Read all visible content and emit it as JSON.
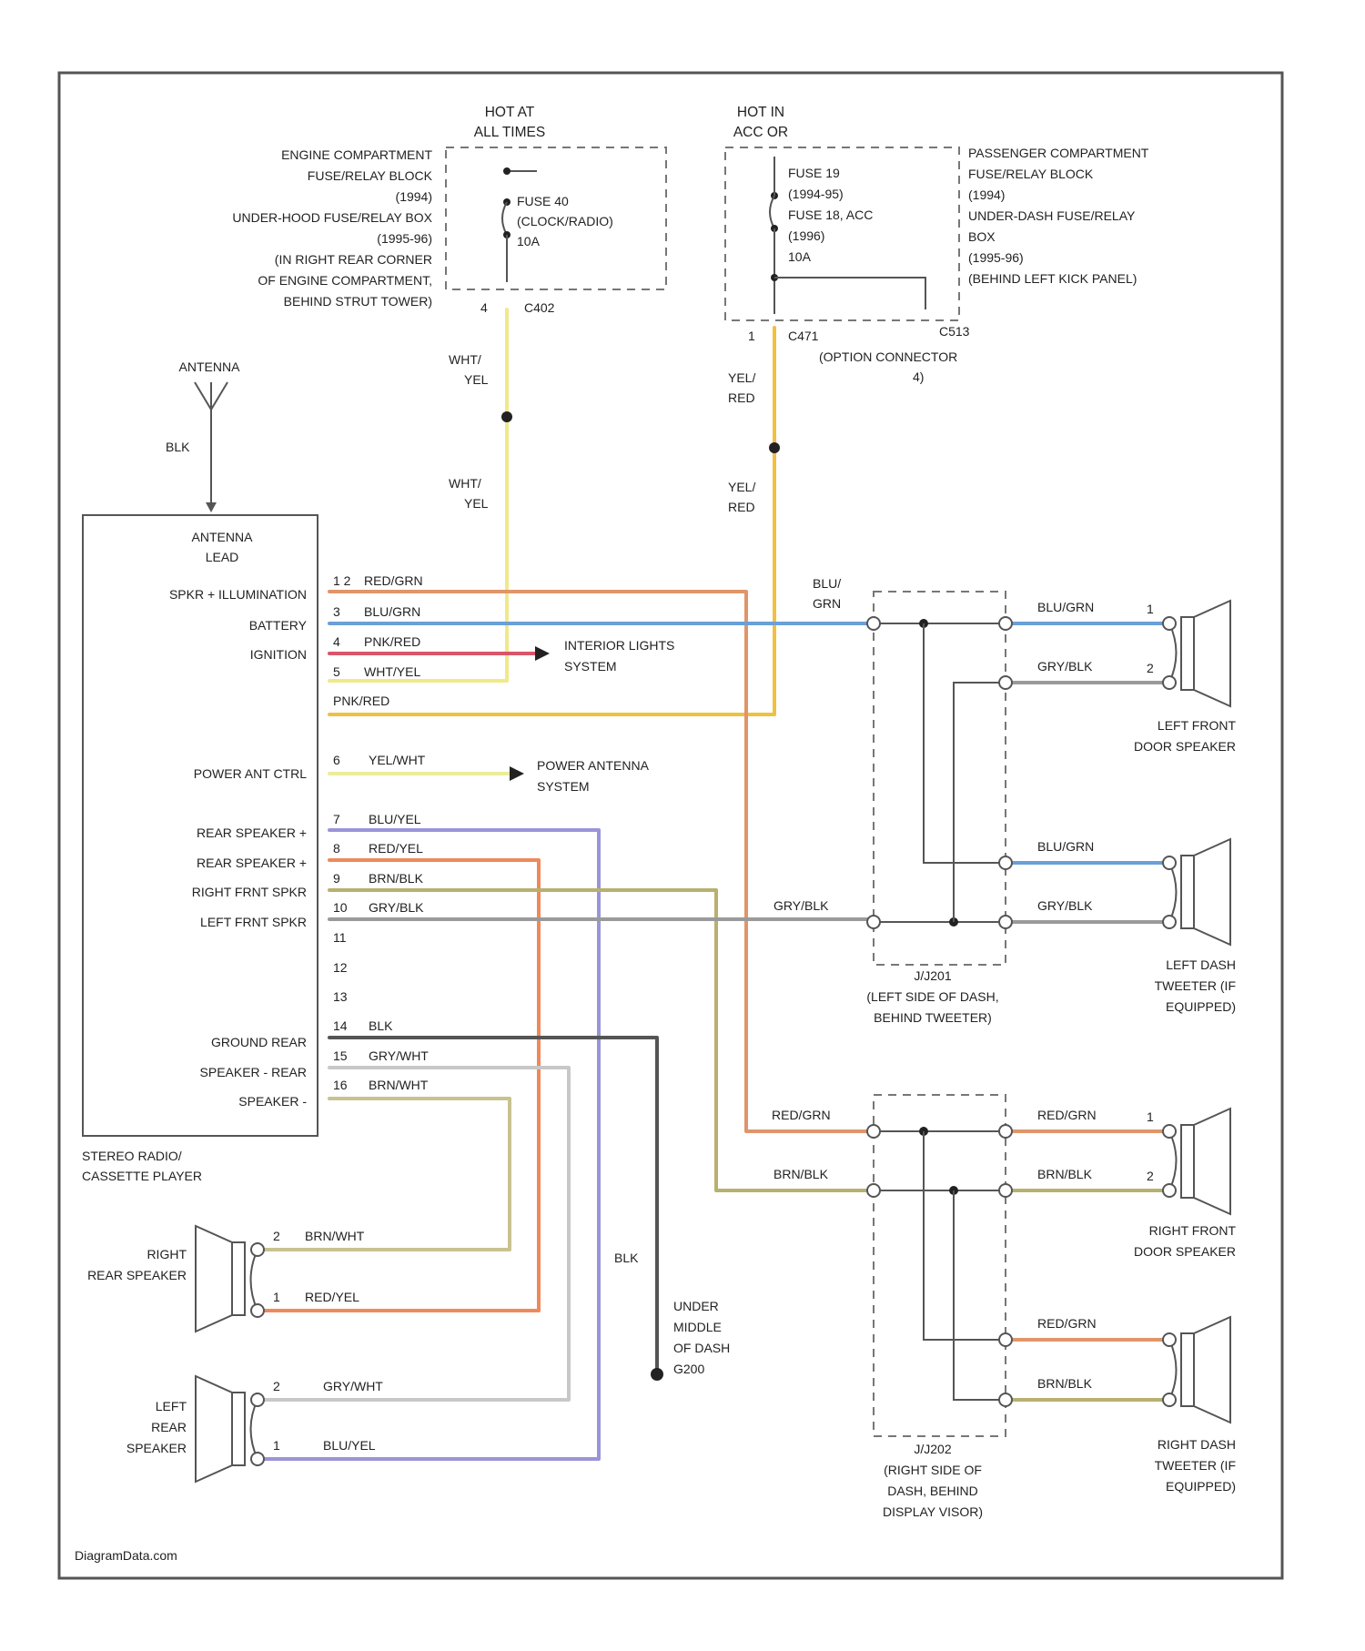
{
  "colors": {
    "wht_yel": "#f0e98a",
    "yel_red": "#f0c040",
    "red_grn": "#e0956a",
    "blu_grn": "#6a9fd8",
    "pnk_red": "#d9556a",
    "yel_wht": "#ecec9a",
    "blu_yel": "#9a94d8",
    "red_yel": "#ee8a5a",
    "brn_blk": "#b8b070",
    "gry_blk": "#9a9a9a",
    "blk": "#555555",
    "gry_wht": "#c8c8c8",
    "brn_wht": "#c8c290"
  },
  "fuse_left": {
    "hot_label": [
      "HOT AT",
      "ALL TIMES"
    ],
    "description": [
      "ENGINE COMPARTMENT",
      "FUSE/RELAY BLOCK",
      "(1994)",
      "UNDER-HOOD FUSE/RELAY BOX",
      "(1995-96)",
      "(IN RIGHT REAR CORNER",
      "OF ENGINE COMPARTMENT,",
      "BEHIND STRUT TOWER)"
    ],
    "fuse_text": [
      "FUSE 40",
      "(CLOCK/RADIO)",
      "10A"
    ],
    "pin": "4",
    "connector": "C402"
  },
  "fuse_right": {
    "hot_label": [
      "HOT IN",
      "ACC OR"
    ],
    "fuse_text": [
      "FUSE 19",
      "(1994-95)",
      "FUSE 18, ACC",
      "(1996)",
      "10A"
    ],
    "description": [
      "PASSENGER COMPARTMENT",
      "FUSE/RELAY BLOCK",
      "(1994)",
      "UNDER-DASH FUSE/RELAY",
      "BOX",
      "(1995-96)",
      "(BEHIND LEFT KICK PANEL)"
    ],
    "pin": "1",
    "connector_a": "C471",
    "connector_b": "C513",
    "option_label": "(OPTION CONNECTOR",
    "option_pin": "4)"
  },
  "antenna": {
    "label": "ANTENNA",
    "wire": "BLK"
  },
  "vertical_wires": {
    "left_top": [
      "WHT/",
      "YEL"
    ],
    "left_bottom": [
      "WHT/",
      "YEL"
    ],
    "right_top": [
      "YEL/",
      "RED"
    ],
    "right_bottom": [
      "YEL/",
      "RED"
    ]
  },
  "radio": {
    "antenna_lead": [
      "ANTENNA",
      "LEAD"
    ],
    "title": [
      "STEREO RADIO/",
      "CASSETTE PLAYER"
    ],
    "pins": [
      {
        "label": "SPKR + ILLUMINATION",
        "pin": "1 2",
        "wire": "RED/GRN"
      },
      {
        "label": "BATTERY",
        "pin": "3",
        "wire": "BLU/GRN"
      },
      {
        "label": "IGNITION",
        "pin": "4",
        "wire": "PNK/RED"
      },
      {
        "label": "",
        "pin": "5",
        "wire": "WHT/YEL"
      },
      {
        "label": "",
        "pin": "",
        "wire": "PNK/RED"
      },
      {
        "label": "POWER ANT CTRL",
        "pin": "6",
        "wire": "YEL/WHT"
      },
      {
        "label": "REAR SPEAKER +",
        "pin": "7",
        "wire": "BLU/YEL"
      },
      {
        "label": "REAR SPEAKER +",
        "pin": "8",
        "wire": "RED/YEL"
      },
      {
        "label": "RIGHT FRNT SPKR",
        "pin": "9",
        "wire": "BRN/BLK"
      },
      {
        "label": "LEFT FRNT SPKR",
        "pin": "10",
        "wire": "GRY/BLK"
      },
      {
        "label": "",
        "pin": "11",
        "wire": ""
      },
      {
        "label": "",
        "pin": "12",
        "wire": ""
      },
      {
        "label": "",
        "pin": "13",
        "wire": ""
      },
      {
        "label": "GROUND REAR",
        "pin": "14",
        "wire": "BLK"
      },
      {
        "label": "SPEAKER - REAR",
        "pin": "15",
        "wire": "GRY/WHT"
      },
      {
        "label": "SPEAKER -",
        "pin": "16",
        "wire": "BRN/WHT"
      }
    ]
  },
  "interior_lights": [
    "INTERIOR LIGHTS",
    "SYSTEM"
  ],
  "power_antenna": [
    "POWER ANTENNA",
    "SYSTEM"
  ],
  "junction_left": {
    "in_top": [
      "BLU/",
      "GRN"
    ],
    "in_bottom": "GRY/BLK",
    "out": [
      "BLU/GRN",
      "GRY/BLK",
      "BLU/GRN",
      "GRY/BLK"
    ],
    "label": [
      "J/J201",
      "(LEFT SIDE OF DASH,",
      "BEHIND TWEETER)"
    ]
  },
  "junction_right": {
    "in_top": "RED/GRN",
    "in_bottom": "BRN/BLK",
    "out": [
      "RED/GRN",
      "BRN/BLK",
      "RED/GRN",
      "BRN/BLK"
    ],
    "label": [
      "J/J202",
      "(RIGHT SIDE OF",
      "DASH, BEHIND",
      "DISPLAY VISOR)"
    ]
  },
  "speakers": {
    "left_front": {
      "label": [
        "LEFT FRONT",
        "DOOR SPEAKER"
      ],
      "pins": [
        "1",
        "2"
      ]
    },
    "left_dash": {
      "label": [
        "LEFT DASH",
        "TWEETER (IF",
        "EQUIPPED)"
      ]
    },
    "right_front": {
      "label": [
        "RIGHT FRONT",
        "DOOR SPEAKER"
      ],
      "pins": [
        "1",
        "2"
      ]
    },
    "right_dash": {
      "label": [
        "RIGHT DASH",
        "TWEETER (IF",
        "EQUIPPED)"
      ]
    },
    "right_rear": {
      "label": [
        "RIGHT",
        "REAR SPEAKER"
      ],
      "pins": [
        "2",
        "1"
      ],
      "wires": [
        "BRN/WHT",
        "RED/YEL"
      ]
    },
    "left_rear": {
      "label": [
        "LEFT",
        "REAR",
        "SPEAKER"
      ],
      "pins": [
        "2",
        "1"
      ],
      "wires": [
        "GRY/WHT",
        "BLU/YEL"
      ]
    }
  },
  "ground": {
    "wire": "BLK",
    "label": [
      "UNDER",
      "MIDDLE",
      "OF DASH",
      "G200"
    ]
  },
  "watermark": "DiagramData.com"
}
